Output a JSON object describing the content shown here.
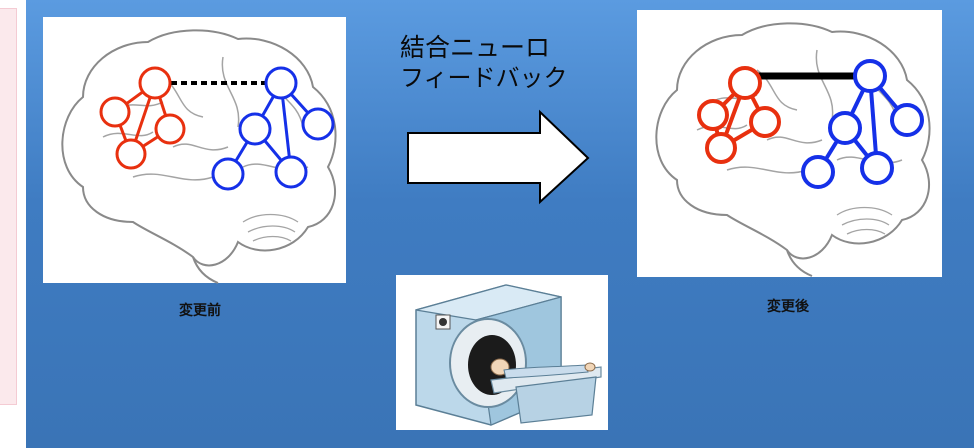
{
  "title": {
    "line1": "結合ニューロ",
    "line2": "フィードバック"
  },
  "captions": {
    "before": "変更前",
    "after": "変更後"
  },
  "colors": {
    "panel_top": "#5b9be0",
    "panel_bottom": "#3a74b6",
    "red_network": "#e8300f",
    "blue_network": "#1530e8",
    "connection": "#000000"
  },
  "icons": {
    "brain": "brain-icon",
    "arrow": "right-arrow-icon",
    "mri": "mri-scanner-icon"
  }
}
